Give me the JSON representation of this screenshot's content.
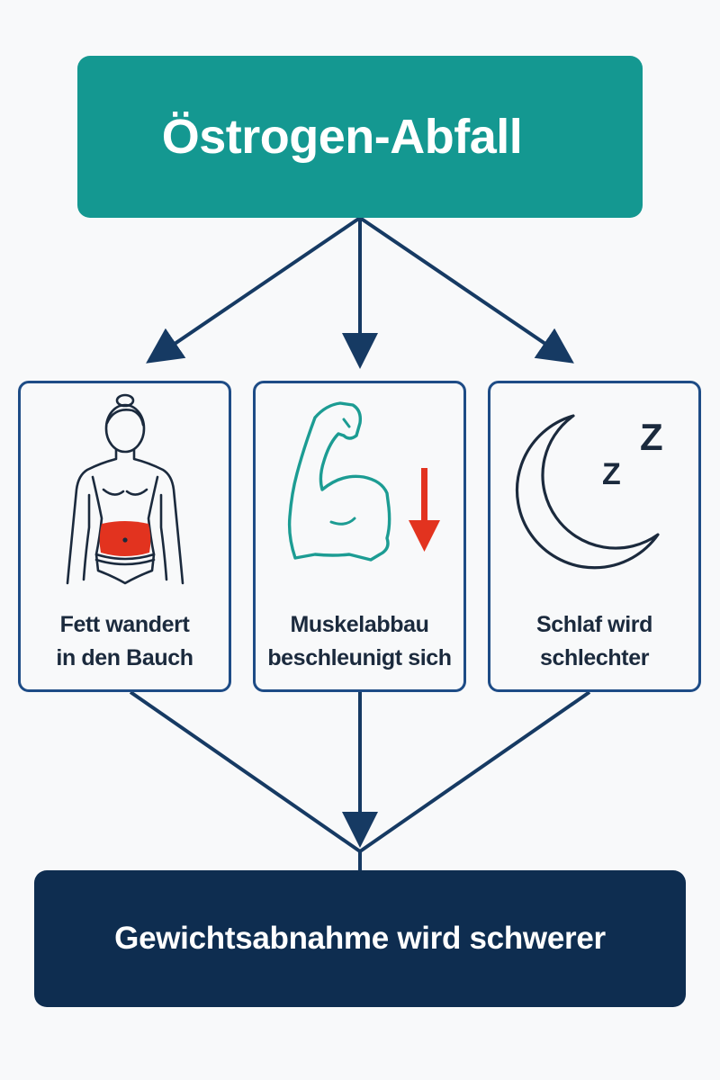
{
  "top": {
    "title": "Östrogen-Abfall"
  },
  "cards": [
    {
      "line1": "Fett wandert",
      "line2": "in den Bauch",
      "icon": "female-body-belly-fat-icon"
    },
    {
      "line1": "Muskelabbau",
      "line2": "beschleunigt sich",
      "icon": "flexed-arm-muscle-down-icon"
    },
    {
      "line1": "Schlaf wird",
      "line2": "schlechter",
      "icon": "moon-sleep-icon"
    }
  ],
  "sleep_glyphs": {
    "big": "Z",
    "small": "Z"
  },
  "bottom": {
    "title": "Gewichtsabnahme wird schwerer"
  },
  "colors": {
    "teal": "#149891",
    "navy": "#0e2d50",
    "card_border": "#1e4c86",
    "arrow": "#163a63",
    "accent_red": "#e2331f"
  }
}
